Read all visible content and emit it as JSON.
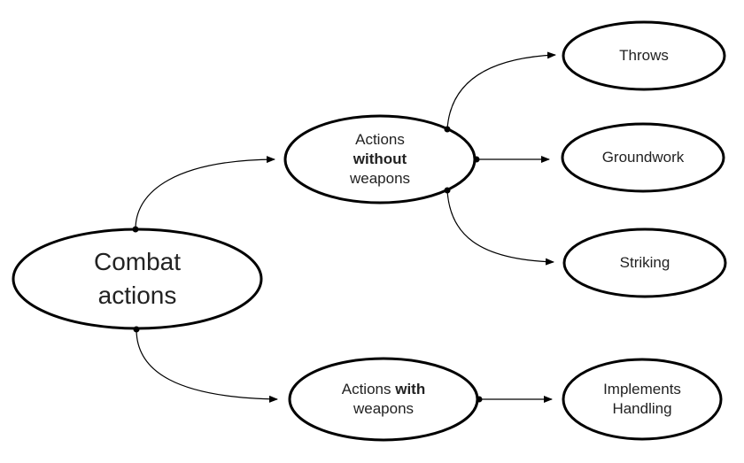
{
  "diagram": {
    "colors": {
      "stroke": "#000000",
      "fill": "#ffffff",
      "text": "#222222"
    },
    "nodes": {
      "root": {
        "line1": "Combat",
        "line2": "actions"
      },
      "without": {
        "line1": "Actions",
        "line2_bold": "without",
        "line3": "weapons"
      },
      "with": {
        "line1_pre": "Actions ",
        "line1_bold": "with",
        "line2": "weapons"
      },
      "throws": {
        "label": "Throws"
      },
      "groundwork": {
        "label": "Groundwork"
      },
      "striking": {
        "label": "Striking"
      },
      "implements": {
        "line1": "Implements",
        "line2": "Handling"
      }
    },
    "edges": [
      {
        "from": "root",
        "to": "without"
      },
      {
        "from": "root",
        "to": "with"
      },
      {
        "from": "without",
        "to": "throws"
      },
      {
        "from": "without",
        "to": "groundwork"
      },
      {
        "from": "without",
        "to": "striking"
      },
      {
        "from": "with",
        "to": "implements"
      }
    ]
  }
}
